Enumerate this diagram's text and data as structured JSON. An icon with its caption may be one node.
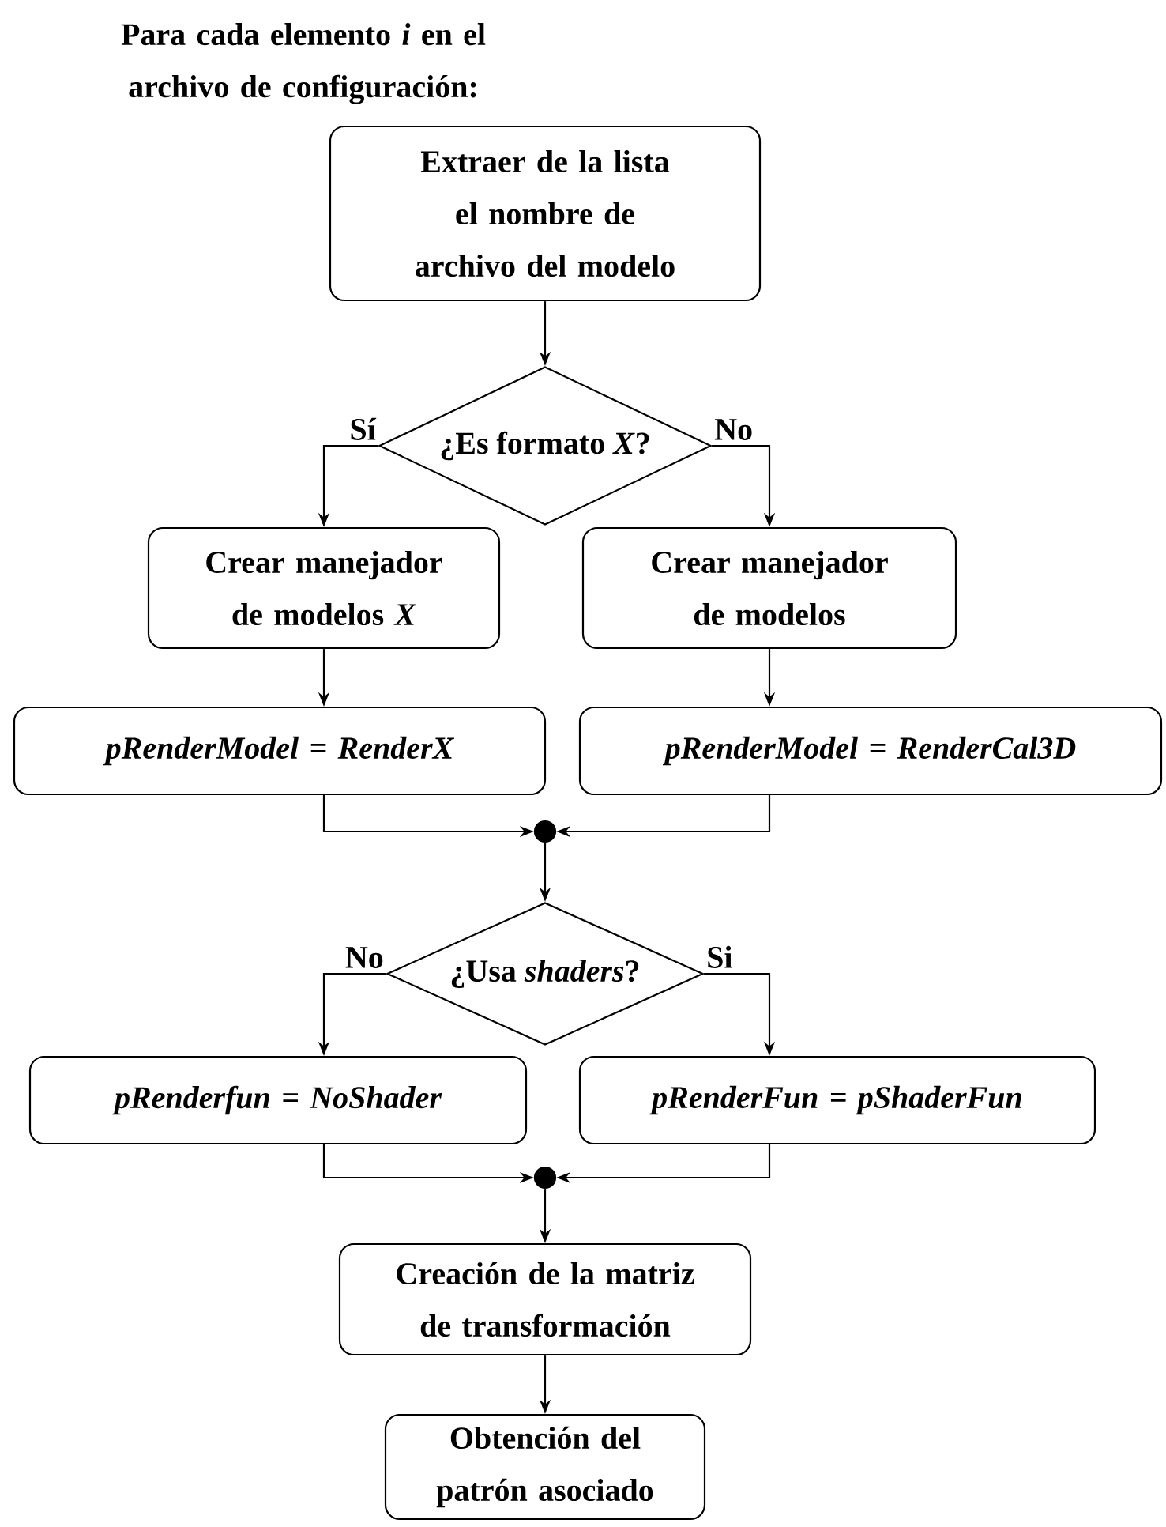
{
  "diagram": {
    "title": "Para cada elemento *i* en el archivo de configuración:",
    "nodes": [
      {
        "text": [
          "Extraer de la lista el nombre de archivo del modelo"
        ]
      },
      {
        "text": [
          "¿Es formato *X*?"
        ]
      },
      {
        "text": [
          "Crear manejador de modelos *X*"
        ]
      },
      {
        "text": [
          "Crear manejador de modelos"
        ]
      },
      {
        "text": [
          "pRenderModel = RenderX"
        ]
      },
      {
        "text": [
          "pRenderModel = RenderCal3D"
        ]
      },
      {
        "text": [],
        "shape": "circle"
      },
      {
        "text": [
          "¿Usa *shaders*?"
        ]
      },
      {
        "text": [
          "pRenderfun = NoShader"
        ]
      },
      {
        "text": [
          "pRenderFun = pShaderFun"
        ]
      },
      {
        "text": [],
        "shape": "circle"
      },
      {
        "text": [
          "Creación de la matriz de transformación"
        ]
      },
      {
        "text": [
          "Obtención del patrón asociado"
        ]
      }
    ],
    "edges": [
      {
        "from": 0,
        "to": 1,
        "arrow": "to"
      },
      {
        "from": 1,
        "to": 2,
        "arrow": "to",
        "label": "Sí"
      },
      {
        "from": 1,
        "to": 3,
        "arrow": "to",
        "label": "No"
      },
      {
        "from": 2,
        "to": 4,
        "arrow": "to"
      },
      {
        "from": 3,
        "to": 5,
        "arrow": "to"
      },
      {
        "from": 4,
        "to": 6,
        "arrow": "to"
      },
      {
        "from": 5,
        "to": 6,
        "arrow": "to"
      },
      {
        "from": 6,
        "to": 7,
        "arrow": "to"
      },
      {
        "from": 7,
        "to": 8,
        "arrow": "to",
        "label": "No"
      },
      {
        "from": 7,
        "to": 9,
        "arrow": "to",
        "label": "Si"
      },
      {
        "from": 8,
        "to": 10,
        "arrow": "to"
      },
      {
        "from": 9,
        "to": 10,
        "arrow": "to"
      },
      {
        "from": 10,
        "to": 11,
        "arrow": "to"
      },
      {
        "from": 11,
        "to": 12,
        "arrow": "to"
      }
    ]
  }
}
